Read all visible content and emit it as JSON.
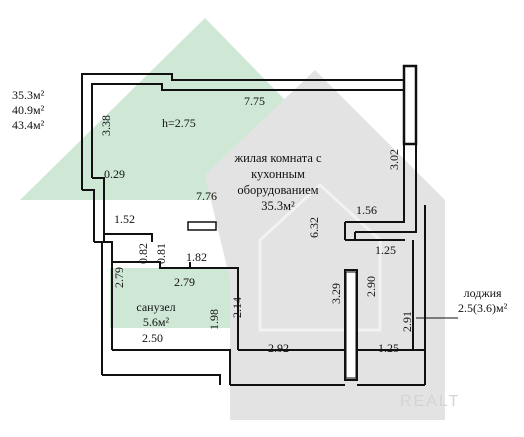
{
  "summary_areas": [
    "35.3м²",
    "40.9м²",
    "43.4м²"
  ],
  "ceiling_height": "h=2.75",
  "living_room": {
    "line1": "жилая комната с",
    "line2": "кухонным",
    "line3": "оборудованием",
    "area": "35.3м²"
  },
  "bathroom": {
    "name": "санузел",
    "area": "5.6м²"
  },
  "loggia": {
    "name": "лоджия",
    "area": "2.5(3.6)м²"
  },
  "dimensions": {
    "top_wall": "7.75",
    "left_upper": "3.38",
    "left_step": "0.29",
    "right_upper": "3.02",
    "inner_length": "7.76",
    "right_step": "1.56",
    "room_depth": "6.32",
    "corridor_step": "1.52",
    "column_a": "0.82",
    "column_b": "0.81",
    "bath_top": "1.82",
    "right_inner": "1.25",
    "bath_left": "2.79",
    "bath_width": "2.79",
    "pillar_a": "3.29",
    "pillar_b": "2.90",
    "loggia_side": "2.91",
    "bath_right": "1.98",
    "room_left": "2.14",
    "bath_bottom": "2.50",
    "bottom_wall": "2.92",
    "loggia_bottom": "1.25"
  },
  "watermark": "REALT",
  "colors": {
    "green_zone": "#cfe8d6",
    "grey_zone": "#e3e3e3",
    "wall": "#111111"
  }
}
